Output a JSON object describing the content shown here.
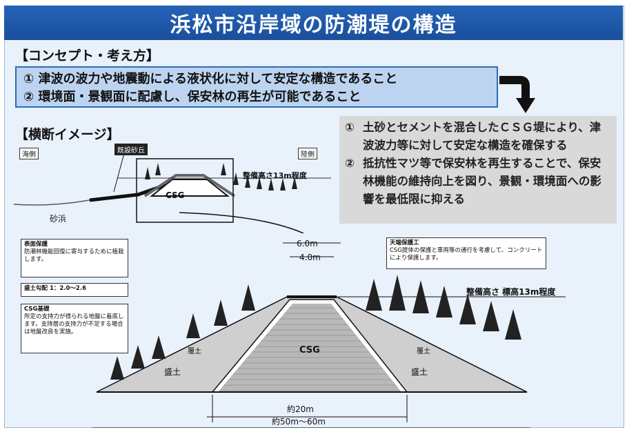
{
  "title": "浜松市沿岸域の防潮堤の構造",
  "concept": {
    "heading": "【コンセプト・考え方】",
    "items": [
      "① 津波の波力や地震動による液状化に対して安定な構造であること",
      "② 環境面・景観面に配慮し、保安林の再生が可能であること"
    ]
  },
  "cross_section": {
    "heading": "【横断イメージ】",
    "sea_side": "海側",
    "land_side": "陸側",
    "existing_dune": "既設砂丘",
    "beach": "砂浜",
    "csg_small": "CSG",
    "height_note_small": "整備高さ13m程度"
  },
  "measures": [
    {
      "num": "①",
      "text": "土砂とセメントを混合したＣＳＧ堤により、津波波力等に対して安定な構造を確保する"
    },
    {
      "num": "②",
      "text": "抵抗性マツ等で保安林を再生することで、保安林機能の維持向上を図り、景観・環境面への影響を最低限に抑える"
    }
  ],
  "detail": {
    "top_width_outer": "6.0m",
    "top_width_inner": "4.0m",
    "height_note": "整備高さ 標高13m程度",
    "csg_label": "CSG",
    "fill_left": "盛土",
    "fill_right": "盛土",
    "cover_left": "覆土",
    "cover_right": "覆土",
    "base_width": "約20m",
    "total_width": "約50m～60m"
  },
  "callouts": {
    "surface": {
      "title": "表面保護",
      "body": "防潮林機能回復に寄与するために植栽します。"
    },
    "slope": {
      "title": "盛土勾配 1：2.0～2.6"
    },
    "csg_base": {
      "title": "CSG基礎",
      "body": "所定の支持力が得られる地盤に着底します。支持層の支持力が不足する場合は地盤改良を実施。"
    },
    "crown": {
      "title": "天端保護工",
      "body": "CSG提体の保護と車両等の通行を考慮して、コンクリートにより保護します。"
    }
  }
}
